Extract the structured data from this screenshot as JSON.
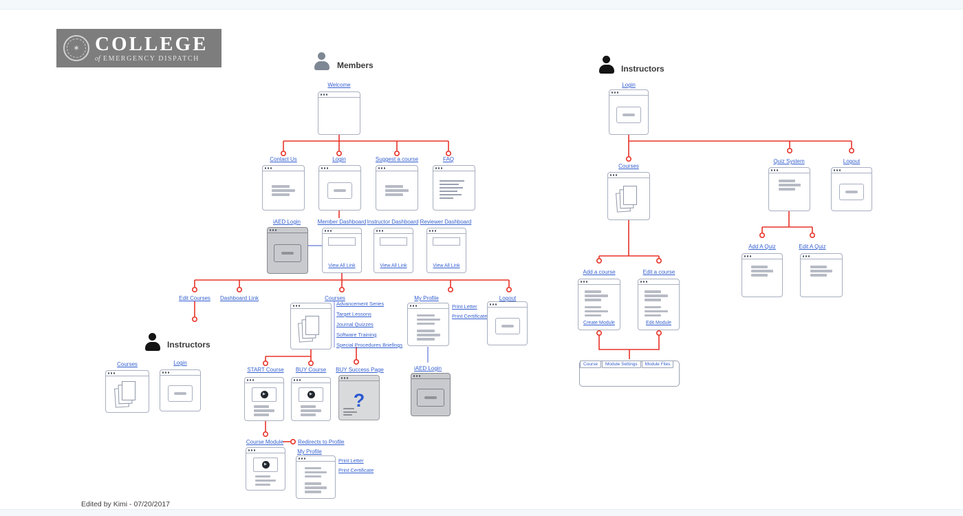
{
  "colors": {
    "red": "#e73328",
    "blue_link": "#3560d0",
    "blue_line": "#7c8ede",
    "win_border": "#a7aebf",
    "bar": "#b7bbc5",
    "gray_bg": "#c9cace",
    "gray_border": "#86888e"
  },
  "logo": {
    "title": "COLLEGE",
    "subtitle_of": "of",
    "subtitle_rest": "EMERGENCY DISPATCH"
  },
  "sections": {
    "members": "Members",
    "instructors": "Instructors"
  },
  "icons": {
    "members": "person-icon",
    "instructors": "person-icon",
    "play": "▶",
    "question": "?",
    "seal": "✶"
  },
  "labels": {
    "welcome": "Welcome",
    "contact_us": "Contact Us",
    "login": "Login",
    "suggest_a_course": "Suggest a course",
    "faq": "FAQ",
    "iaed_login": "iAED Login",
    "member_dashboard": "Member Dashboard",
    "instructor_dashboard": "Instructor Dashboard",
    "reviewer_dashboard": "Reviewer Dashboard",
    "view_all_link": "View All Link",
    "edit_courses": "Edit Courses",
    "dashboard_link": "Dashboard Link",
    "courses": "Courses",
    "my_profile": "My Profile",
    "logout": "Logout",
    "print_letter": "Print Letter",
    "print_certificate": "Print Certificate",
    "start_course": "START Course",
    "buy_course": "BUY Course",
    "buy_success_page": "BUY Success Page",
    "course_module": "Course Module",
    "redirects_to_profile": "Redirects to Profile",
    "add_a_course": "Add a course",
    "edit_a_course": "Edit a course",
    "create_module": "Create Module",
    "edit_module": "Edit Module",
    "quiz_system": "Quiz System",
    "add_a_quiz": "Add A Quiz",
    "edit_a_quiz": "Edit A Quiz"
  },
  "course_links": [
    "Advancement Series",
    "Target Lessons",
    "Journal Quizzes",
    "Software Training",
    "Special Procedures Briefings"
  ],
  "tabs": [
    "Course",
    "Module Settings",
    "Module Files"
  ],
  "footer": "Edited by Kimi - 07/20/2017"
}
